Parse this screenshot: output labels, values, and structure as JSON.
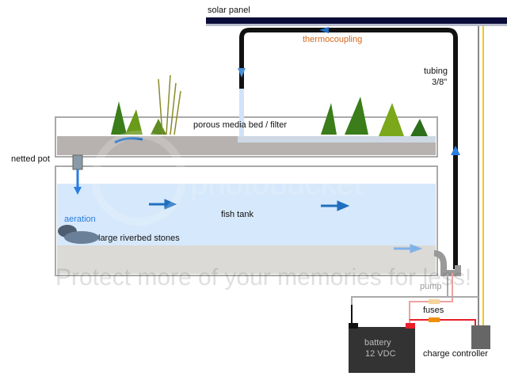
{
  "labels": {
    "solar_panel": "solar panel",
    "thermocoupling": "thermocoupling",
    "tubing_line1": "tubing",
    "tubing_line2": "3/8\"",
    "media_bed": "porous media bed / filter",
    "netted_pot": "netted pot",
    "fish_tank": "fish tank",
    "aeration": "aeration",
    "stones": "large riverbed stones",
    "pump": "pump",
    "fuses": "fuses",
    "battery_line1": "battery",
    "battery_line2": "12 VDC",
    "charge_controller": "charge controller"
  },
  "watermark": {
    "brand": "photobucket",
    "tagline": "Protect more of your memories for less!"
  },
  "colors": {
    "tube": "#111111",
    "water": "#d6e8fb",
    "flow_arrow": "#1f6fc0",
    "thermo_text": "#d2691e",
    "aeration_text": "#2a7de1",
    "fuse_light": "#f5d49c",
    "fuse_dark": "#f0900a",
    "battery": "#333333",
    "controller": "#666666",
    "positive": "#e8202a"
  }
}
